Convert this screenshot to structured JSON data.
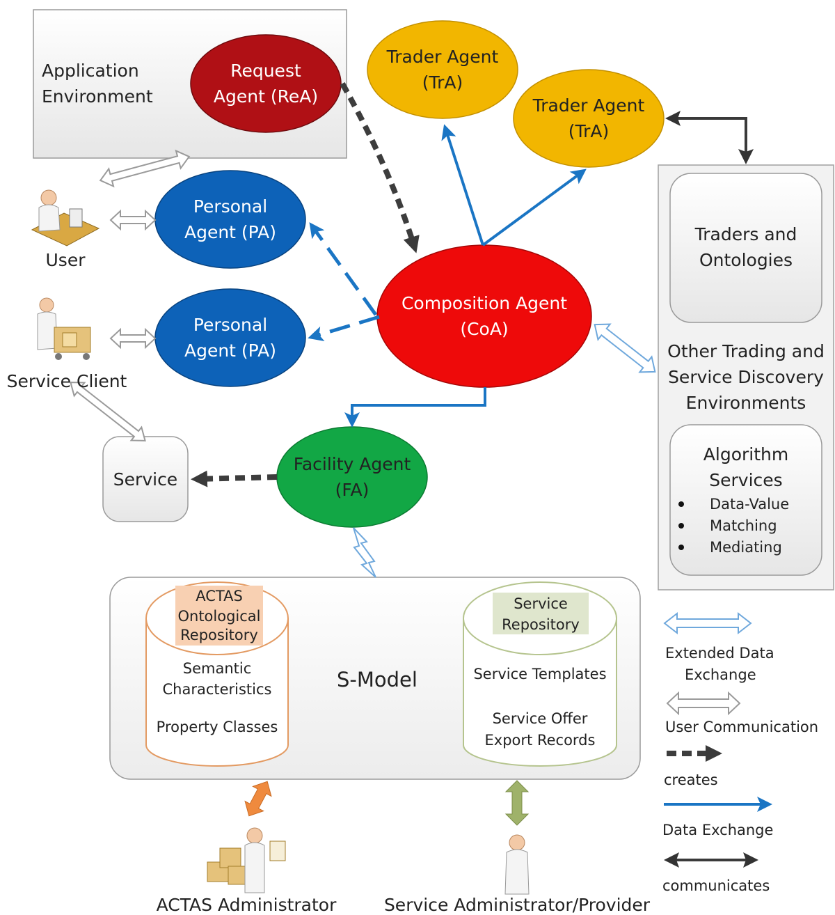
{
  "app_env": {
    "line1": "Application",
    "line2": "Environment"
  },
  "request_agent": {
    "line1": "Request",
    "line2": "Agent (ReA)"
  },
  "trader_agent_1": {
    "line1": "Trader Agent",
    "line2": "(TrA)"
  },
  "trader_agent_2": {
    "line1": "Trader Agent",
    "line2": "(TrA)"
  },
  "personal_agent_1": {
    "line1": "Personal",
    "line2": "Agent (PA)"
  },
  "personal_agent_2": {
    "line1": "Personal",
    "line2": "Agent (PA)"
  },
  "composition_agent": {
    "line1": "Composition Agent",
    "line2": "(CoA)"
  },
  "facility_agent": {
    "line1": "Facility Agent",
    "line2": "(FA)"
  },
  "user": {
    "label": "User"
  },
  "service_client": {
    "label": "Service Client"
  },
  "service": {
    "label": "Service"
  },
  "right_panel": {
    "traders_box": {
      "line1": "Traders and",
      "line2": "Ontologies"
    },
    "other_env": {
      "line1": "Other Trading and",
      "line2": "Service Discovery",
      "line3": "Environments"
    },
    "algo_box": {
      "line1": "Algorithm",
      "line2": "Services",
      "items": [
        "Data-Value",
        "Matching",
        "Mediating"
      ]
    }
  },
  "s_model": {
    "title": "S-Model",
    "actas_repo": {
      "line1": "ACTAS",
      "line2": "Ontological",
      "line3": "Repository",
      "semantic1": "Semantic",
      "semantic2": "Characteristics",
      "property": "Property Classes"
    },
    "service_repo": {
      "line1": "Service",
      "line2": "Repository",
      "templates": "Service Templates",
      "offer1": "Service Offer",
      "offer2": "Export Records"
    }
  },
  "actas_admin": {
    "label": "ACTAS Administrator"
  },
  "service_admin": {
    "label": "Service Administrator/Provider"
  },
  "legend": {
    "extended": {
      "line1": "Extended Data",
      "line2": "Exchange"
    },
    "user_comm": "User Communication",
    "creates": "creates",
    "data_exchange": "Data Exchange",
    "communicates": "communicates"
  },
  "colors": {
    "request_agent": "#b01015",
    "trader_agent": "#f2b600",
    "personal_agent": "#0d62b8",
    "composition_agent": "#ee0a0a",
    "facility_agent": "#12a745",
    "data_exchange": "#1a75c4",
    "creates": "#444444",
    "communicates": "#3a3a3a",
    "actas_repo": "#e39a62",
    "service_repo": "#b5c48e",
    "orange_arrow": "#ef8a3e",
    "green_arrow": "#9fb26a"
  }
}
